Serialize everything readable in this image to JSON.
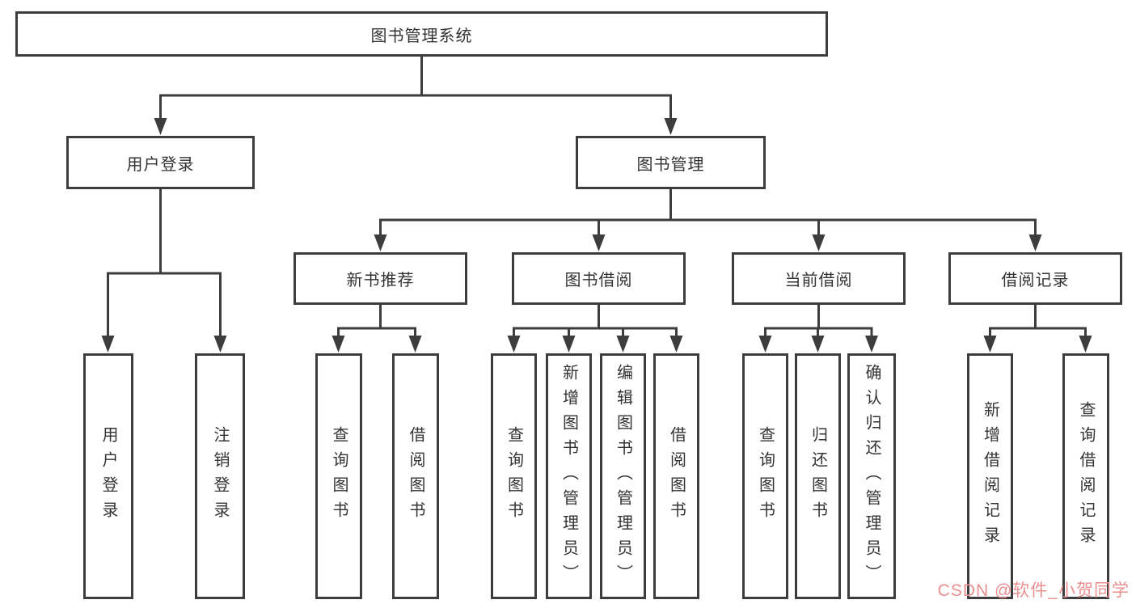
{
  "diagram": {
    "root": {
      "label": "图书管理系统",
      "children": [
        {
          "label": "用户登录",
          "children": [
            {
              "label": "用户登录"
            },
            {
              "label": "注销登录"
            }
          ]
        },
        {
          "label": "图书管理",
          "children": [
            {
              "label": "新书推荐",
              "children": [
                {
                  "label": "查询图书"
                },
                {
                  "label": "借阅图书"
                }
              ]
            },
            {
              "label": "图书借阅",
              "children": [
                {
                  "label": "查询图书"
                },
                {
                  "label": "新增图书（管理员）"
                },
                {
                  "label": "编辑图书（管理员）"
                },
                {
                  "label": "借阅图书"
                }
              ]
            },
            {
              "label": "当前借阅",
              "children": [
                {
                  "label": "查询图书"
                },
                {
                  "label": "归还图书"
                },
                {
                  "label": "确认归还（管理员）"
                }
              ]
            },
            {
              "label": "借阅记录",
              "children": [
                {
                  "label": "新增借阅记录"
                },
                {
                  "label": "查询借阅记录"
                }
              ]
            }
          ]
        }
      ]
    }
  },
  "watermark": {
    "text": "CSDN @软件_小贺同学"
  },
  "colors": {
    "line": "#3d3d3d",
    "text": "#333333",
    "box_background": "#ffffff",
    "watermark": "#e98f8f",
    "background": "#ffffff"
  }
}
